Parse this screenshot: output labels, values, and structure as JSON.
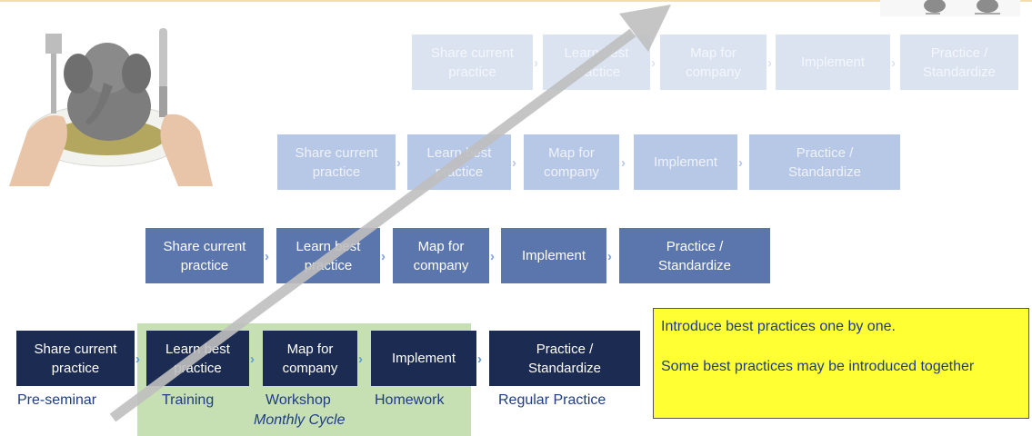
{
  "rows": [
    {
      "id": "faint-top",
      "steps": [
        "Share current\npractice",
        "Learn best\npractice",
        "Map for\ncompany",
        "Implement",
        "Practice /\nStandardize"
      ]
    },
    {
      "id": "faint-mid",
      "steps": [
        "Share current\npractice",
        "Learn best\npractice",
        "Map for\ncompany",
        "Implement",
        "Practice /\nStandardize"
      ]
    },
    {
      "id": "medium",
      "steps": [
        "Share current\npractice",
        "Learn best\npractice",
        "Map for\ncompany",
        "Implement",
        "Practice /\nStandardize"
      ]
    },
    {
      "id": "bottom",
      "steps": [
        "Share current\npractice",
        "Learn best\npractice",
        "Map for\ncompany",
        "Implement",
        "Practice /\nStandardize"
      ],
      "phases": [
        "Pre-seminar",
        "Training",
        "Workshop",
        "Homework",
        "Regular Practice"
      ]
    }
  ],
  "monthly_cycle_label": "Monthly Cycle",
  "note": {
    "line1": "Introduce best practices one by one.",
    "line2": "Some best practices may be introduced together"
  },
  "colors": {
    "bottom_box": "#1c2b52",
    "medium_box": "#5b75ad",
    "faint_box": "#b7c7e6",
    "fainter_box": "#dbe3f1",
    "monthly_cycle_bg": "#c6e0b4",
    "note_bg": "#ffff33",
    "label_text": "#1f3c82",
    "arrow": "#bfbfbf"
  },
  "images": {
    "illustration": "elephant-on-plate-with-fork-and-knife",
    "thumbnail": "partial-thumbnail-image"
  }
}
